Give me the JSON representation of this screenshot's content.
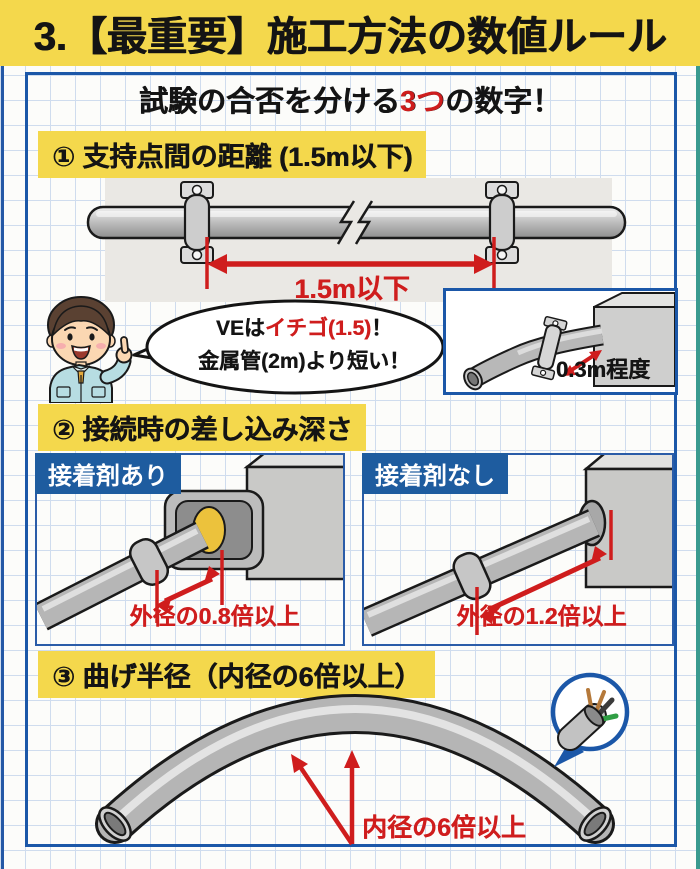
{
  "title": "3.【最重要】施工方法の数値ルール",
  "subtitle": {
    "pre": "試験の合否を分ける",
    "highlight": "3つ",
    "post": "の数字！"
  },
  "colors": {
    "accent_yellow": "#f4d84c",
    "accent_red": "#cf1d1d",
    "frame_blue": "#1b57a8",
    "label_blue": "#1e5c9f",
    "panel_gray": "#eae8e4",
    "pipe_gray": "#b6b6b6"
  },
  "section1": {
    "heading": "① 支持点間の距離 (1.5m以下)",
    "dimension_label": "1.5m以下",
    "bubble": {
      "line1_pre": "VEは",
      "line1_red": "イチゴ(1.5)",
      "line1_post": "！",
      "line2": "金属管(2m)より短い！"
    },
    "inset_label": "0.3m程度"
  },
  "section2": {
    "heading": "② 接続時の差し込み深さ",
    "panels": [
      {
        "label": "接着剤あり",
        "dimension_label": "外径の0.8倍以上"
      },
      {
        "label": "接着剤なし",
        "dimension_label": "外径の1.2倍以上"
      }
    ]
  },
  "section3": {
    "heading": "③ 曲げ半径（内径の6倍以上）",
    "dimension_label": "内径の6倍以上"
  }
}
